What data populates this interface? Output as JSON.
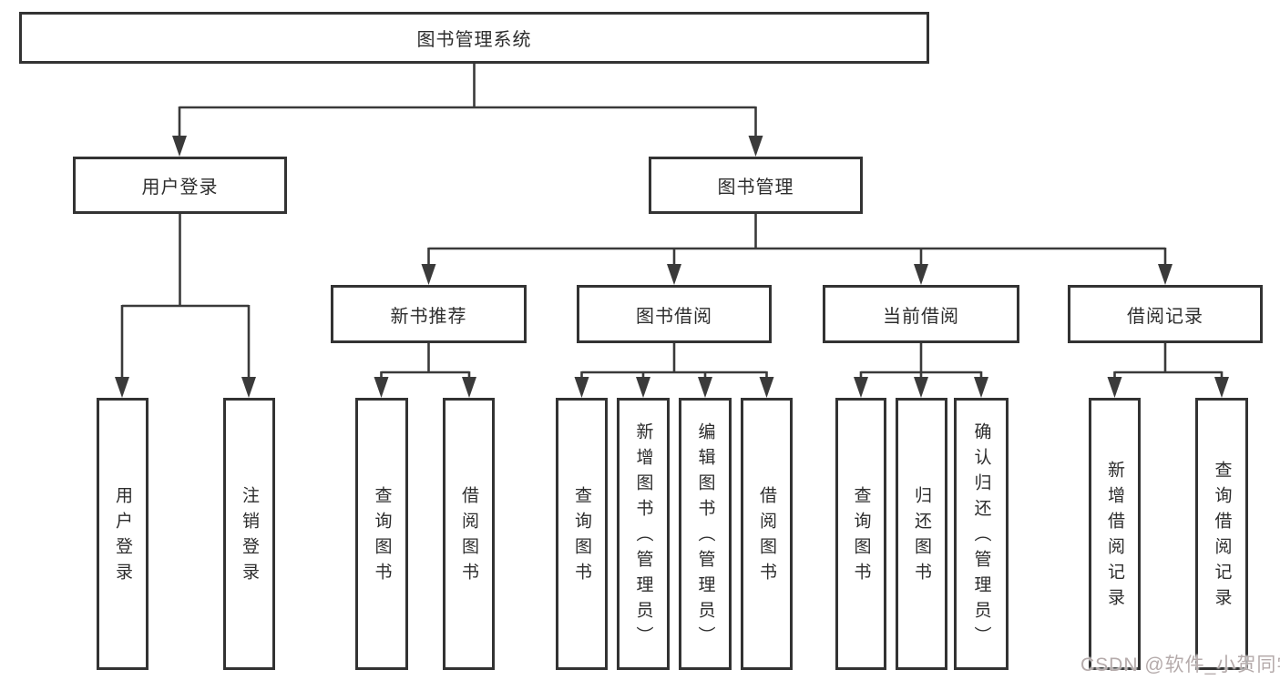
{
  "diagram": {
    "root": {
      "label": "图书管理系统"
    },
    "branches": [
      {
        "label": "用户登录",
        "children": [
          {
            "label": "用户登录"
          },
          {
            "label": "注销登录"
          }
        ]
      },
      {
        "label": "图书管理",
        "children": [
          {
            "label": "新书推荐",
            "children": [
              {
                "label": "查询图书"
              },
              {
                "label": "借阅图书"
              }
            ]
          },
          {
            "label": "图书借阅",
            "children": [
              {
                "label": "查询图书"
              },
              {
                "label": "新增图书（管理员）"
              },
              {
                "label": "编辑图书（管理员）"
              },
              {
                "label": "借阅图书"
              }
            ]
          },
          {
            "label": "当前借阅",
            "children": [
              {
                "label": "查询图书"
              },
              {
                "label": "归还图书"
              },
              {
                "label": "确认归还（管理员）"
              }
            ]
          },
          {
            "label": "借阅记录",
            "children": [
              {
                "label": "新增借阅记录"
              },
              {
                "label": "查询借阅记录"
              }
            ]
          }
        ]
      }
    ]
  },
  "watermark": {
    "text": "CSDN @软件_小贺同学",
    "color": "#b5abab"
  },
  "colors": {
    "border": "#333333",
    "line": "#3a3a3a",
    "text": "#2d2d2d",
    "background": "#ffffff"
  }
}
